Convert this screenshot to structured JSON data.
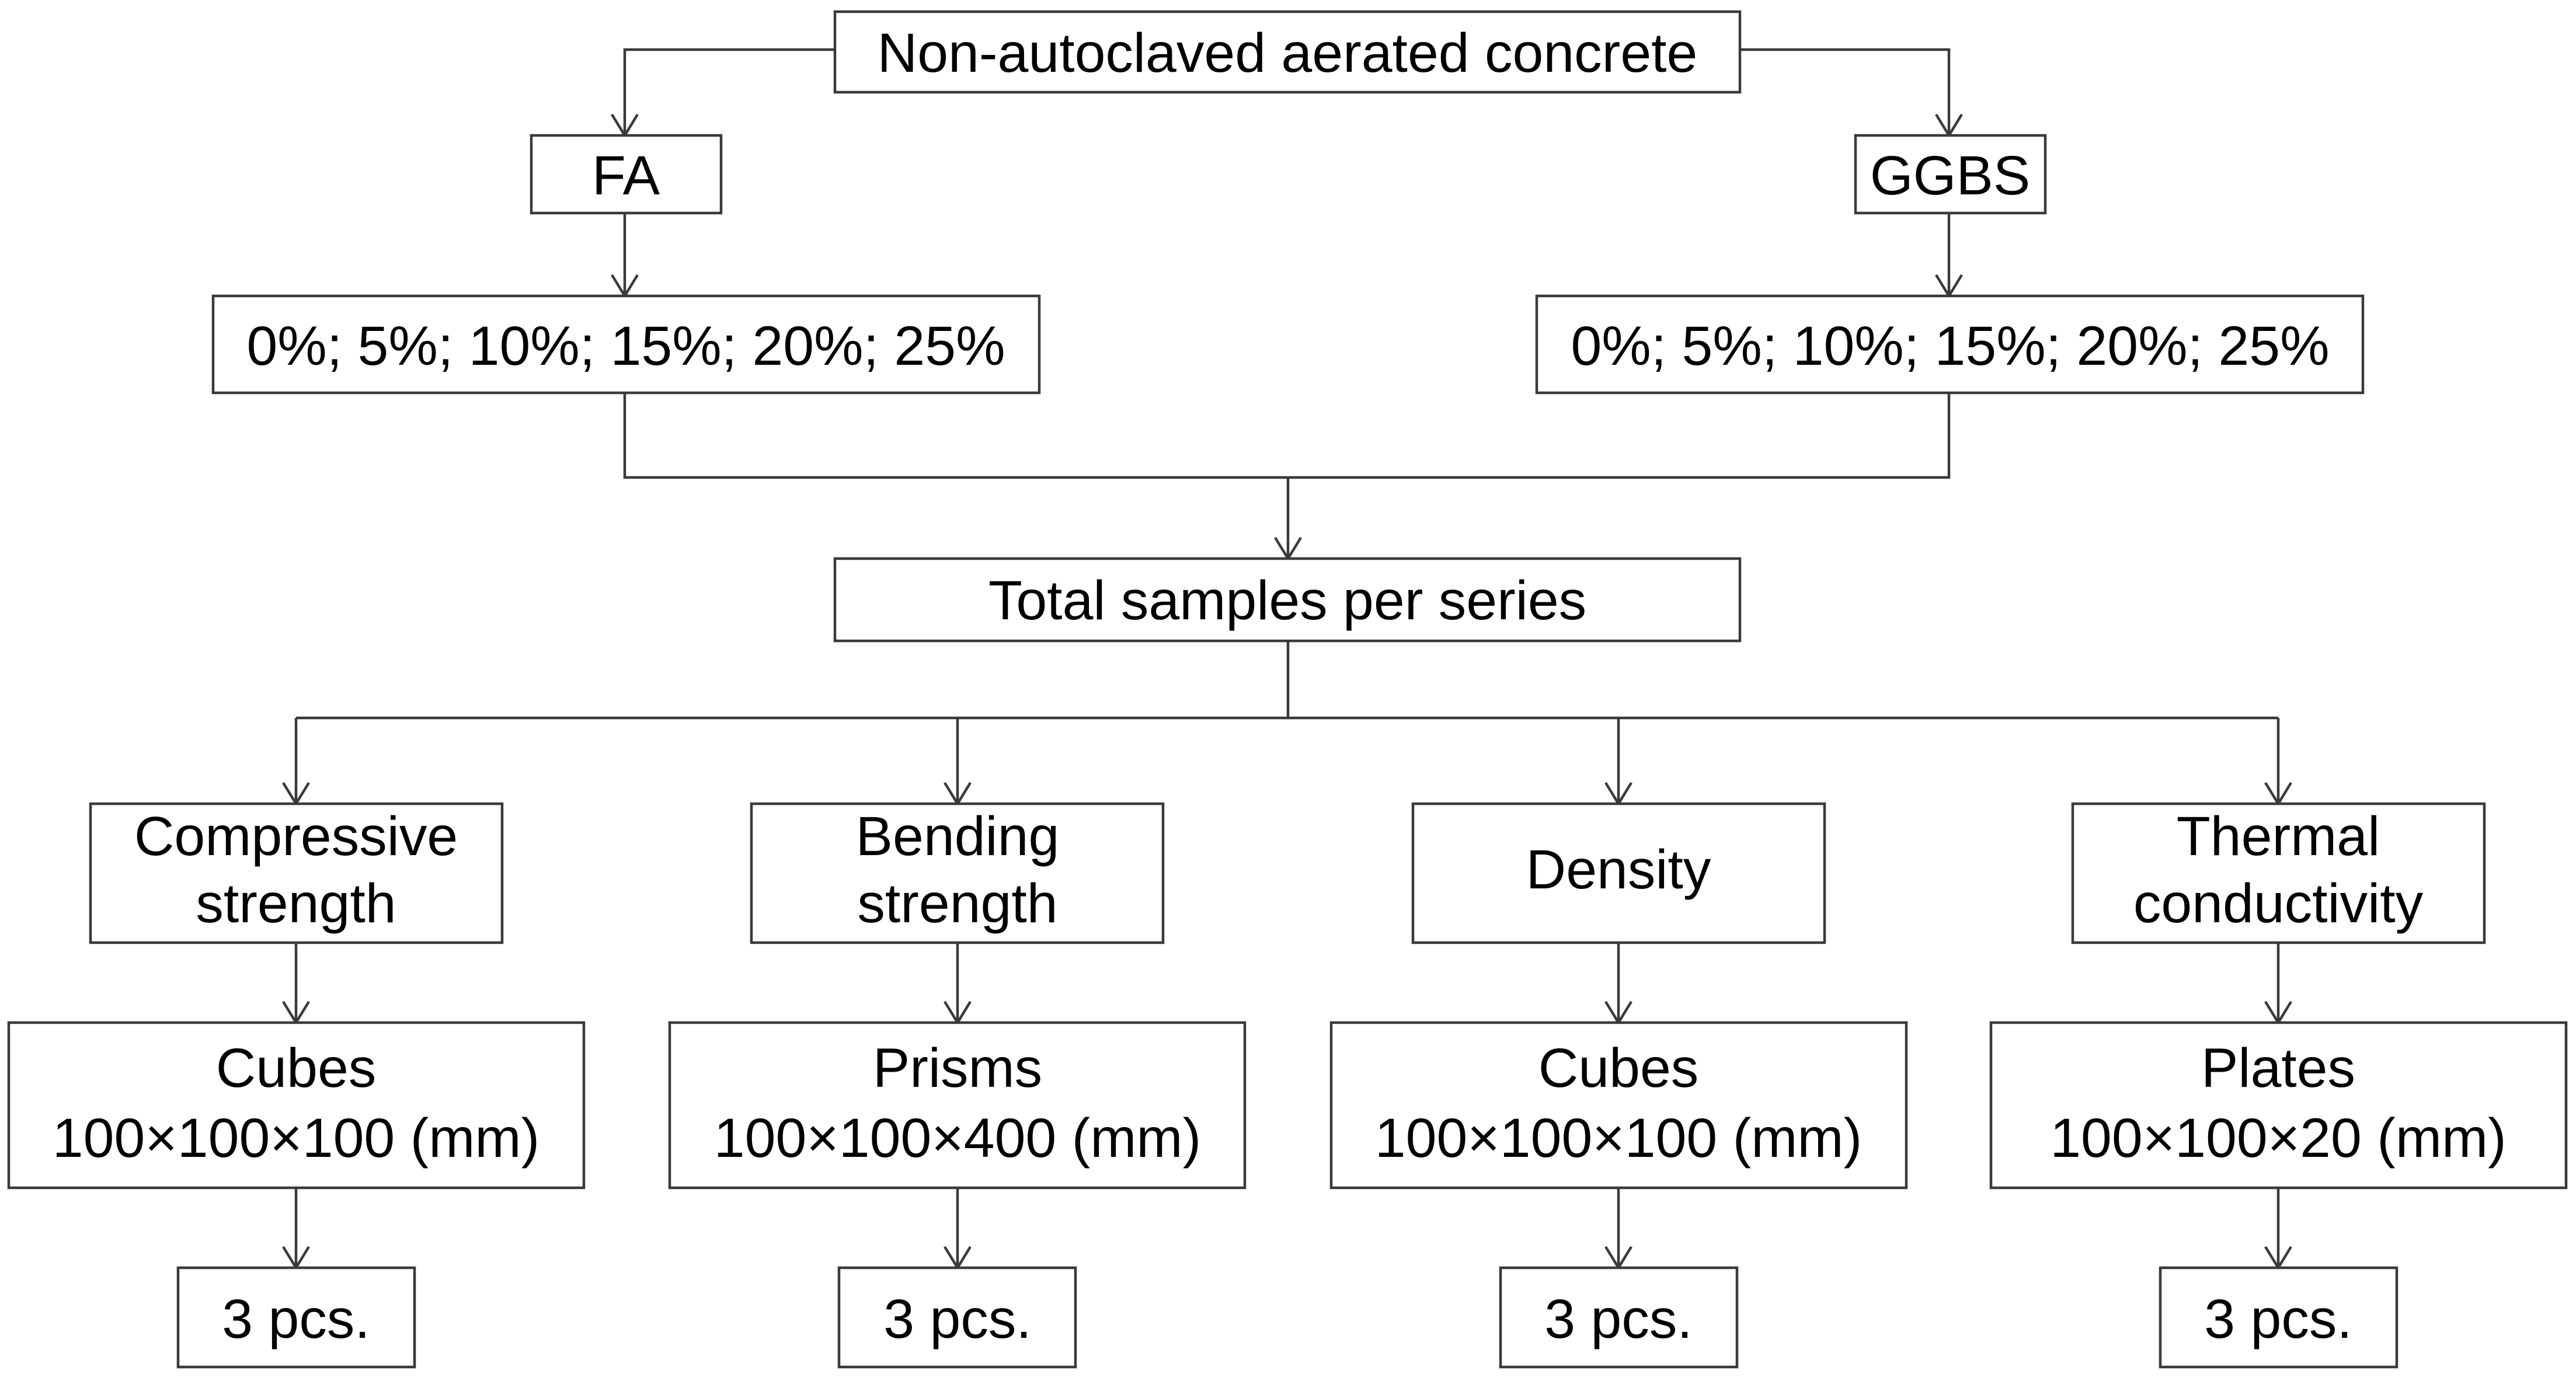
{
  "root": {
    "label": "Non-autoclaved aerated concrete"
  },
  "branches": [
    {
      "label": "FA",
      "levels": "0%; 5%; 10%; 15%; 20%; 25%"
    },
    {
      "label": "GGBS",
      "levels": "0%; 5%; 10%; 15%; 20%; 25%"
    }
  ],
  "samples": {
    "label": "Total samples per series"
  },
  "tests": [
    {
      "line1": "Compressive",
      "line2": "strength",
      "shape": "Cubes",
      "dims": "100×100×100 (mm)",
      "count": "3 pcs."
    },
    {
      "line1": "Bending",
      "line2": "strength",
      "shape": "Prisms",
      "dims": "100×100×400 (mm)",
      "count": "3 pcs."
    },
    {
      "line1": "Density",
      "line2": "",
      "shape": "Cubes",
      "dims": "100×100×100 (mm)",
      "count": "3 pcs."
    },
    {
      "line1": "Thermal",
      "line2": "conductivity",
      "shape": "Plates",
      "dims": "100×100×20 (mm)",
      "count": "3 pcs."
    }
  ]
}
